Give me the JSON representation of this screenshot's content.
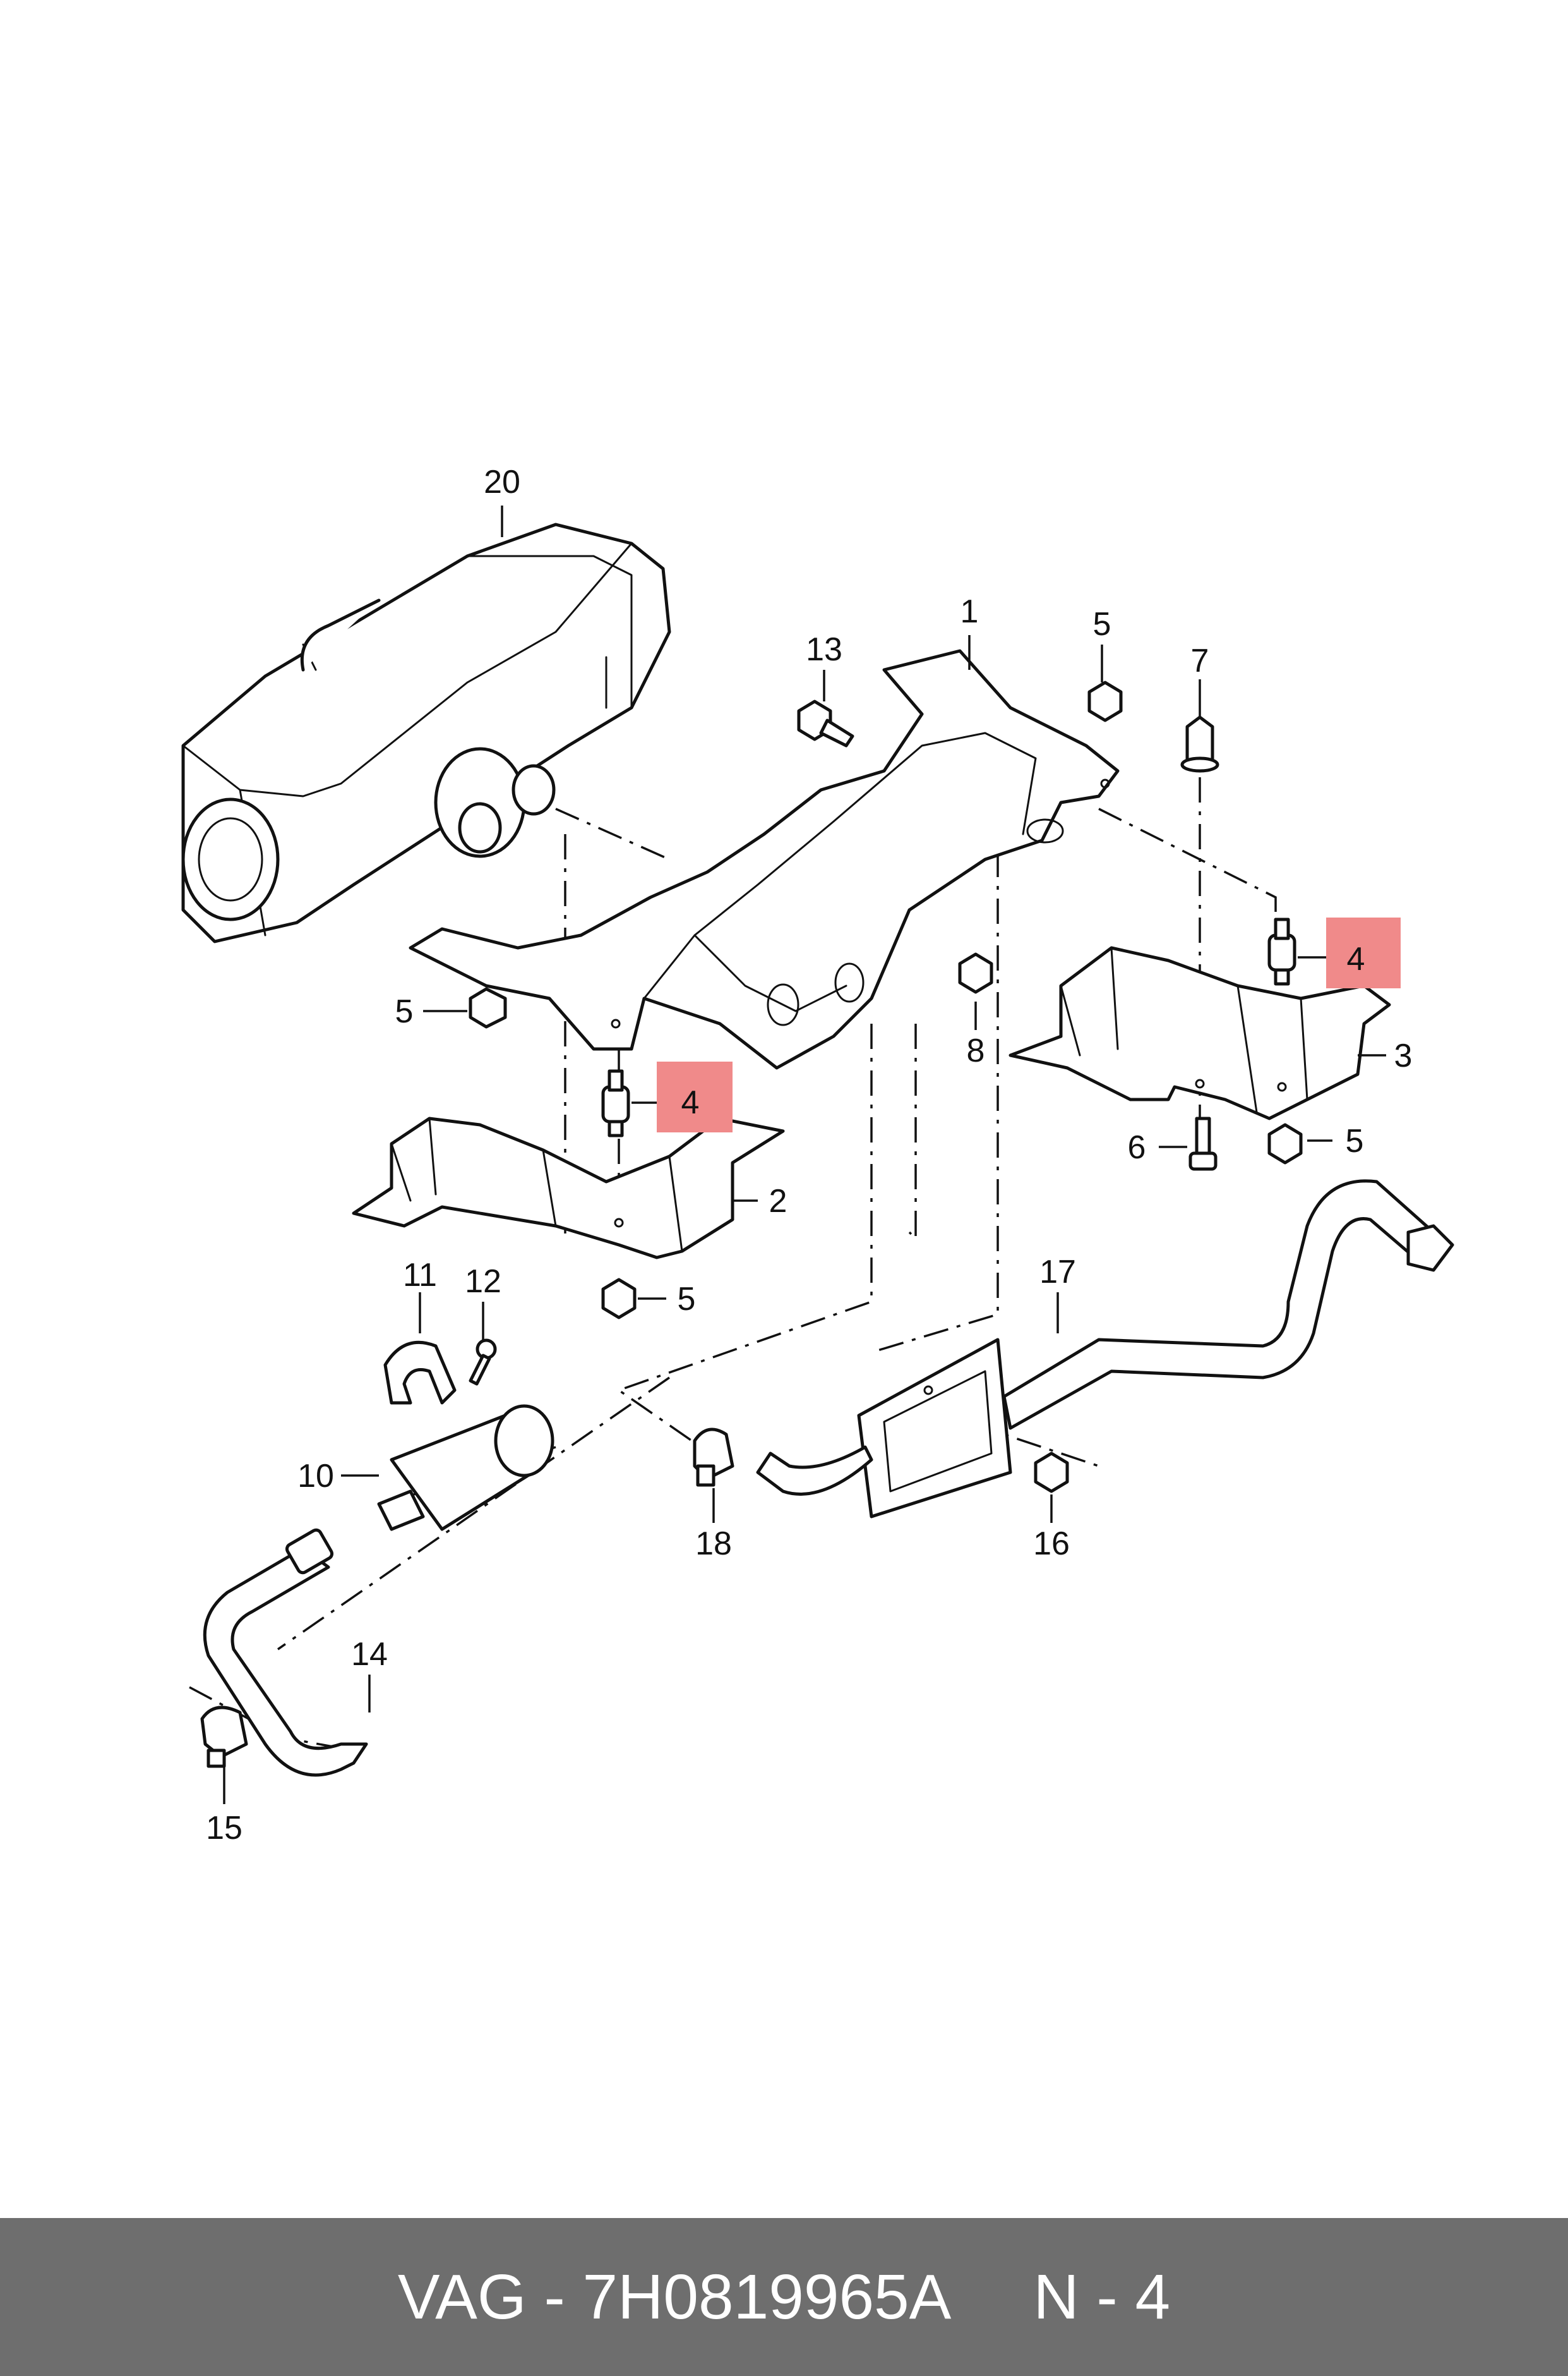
{
  "diagram": {
    "callouts": [
      {
        "id": "1",
        "text": "1"
      },
      {
        "id": "2",
        "text": "2"
      },
      {
        "id": "3",
        "text": "3"
      },
      {
        "id": "4a",
        "text": "4",
        "highlight": true
      },
      {
        "id": "4b",
        "text": "4",
        "highlight": true
      },
      {
        "id": "5a",
        "text": "5"
      },
      {
        "id": "5b",
        "text": "5"
      },
      {
        "id": "5c",
        "text": "5"
      },
      {
        "id": "5d",
        "text": "5"
      },
      {
        "id": "6",
        "text": "6"
      },
      {
        "id": "7",
        "text": "7"
      },
      {
        "id": "8",
        "text": "8"
      },
      {
        "id": "10",
        "text": "10"
      },
      {
        "id": "11",
        "text": "11"
      },
      {
        "id": "12",
        "text": "12"
      },
      {
        "id": "13",
        "text": "13"
      },
      {
        "id": "14",
        "text": "14"
      },
      {
        "id": "15",
        "text": "15"
      },
      {
        "id": "16",
        "text": "16"
      },
      {
        "id": "17",
        "text": "17"
      },
      {
        "id": "18",
        "text": "18"
      },
      {
        "id": "20",
        "text": "20"
      }
    ],
    "highlight_color": "#f08a8a"
  },
  "footer": {
    "part_number": "VAG - 7H0819965A",
    "position": "N - 4",
    "background": "#6e6e6e"
  }
}
